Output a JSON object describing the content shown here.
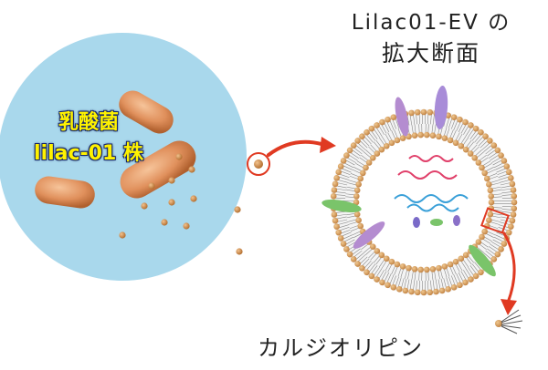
{
  "labels": {
    "bacteria_line1": "乳酸菌",
    "bacteria_line2": "lilac-01 株",
    "ev_title_line1": "Lilac01-EV の",
    "ev_title_line2": "拡大断面",
    "cardiolipin": "カルジオリピン"
  },
  "colors": {
    "circle_bg": "#a9d8ec",
    "bacteria": "#e0905c",
    "arrow": "#e03a22",
    "bilayer_head": "#d8a066",
    "protein_purple": "#b48cd0",
    "protein_green": "#7ac46a",
    "rna_pink": "#e0406a",
    "rna_blue": "#3aa0d8",
    "ev_interior": "#ffffff"
  }
}
